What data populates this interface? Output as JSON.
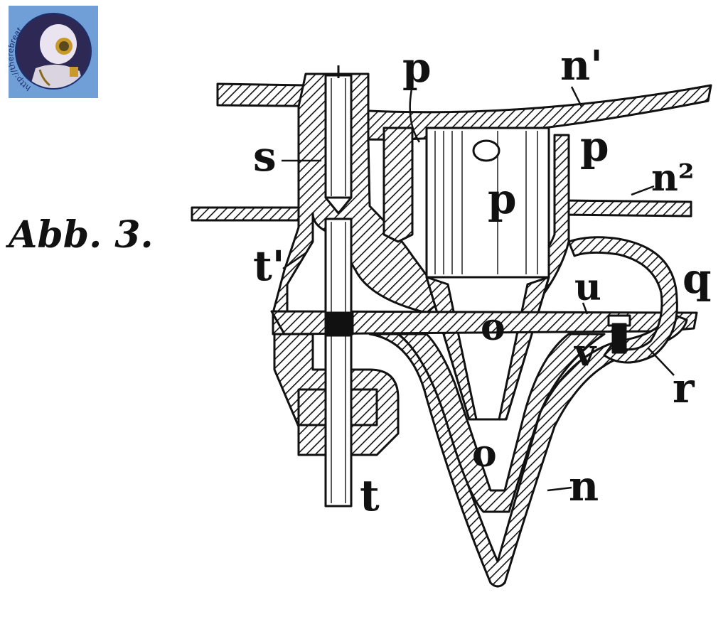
{
  "figure": {
    "title": "Abb. 3.",
    "labels": {
      "s": "s",
      "p_top": "p",
      "n1": "n'",
      "p_right": "p",
      "n2": "n²",
      "p_inner": "p",
      "t1": "t'",
      "q": "q",
      "u": "u",
      "o_upper": "o",
      "v": "v",
      "r": "r",
      "o_lower": "o",
      "t": "t",
      "n": "n"
    }
  },
  "watermark": {
    "url_text": "http://therebreathersite.nl",
    "colors": {
      "background": "#6f9fd6",
      "ring": "#1c2f6e"
    }
  },
  "colors": {
    "ink": "#111111",
    "paper": "#ffffff"
  }
}
